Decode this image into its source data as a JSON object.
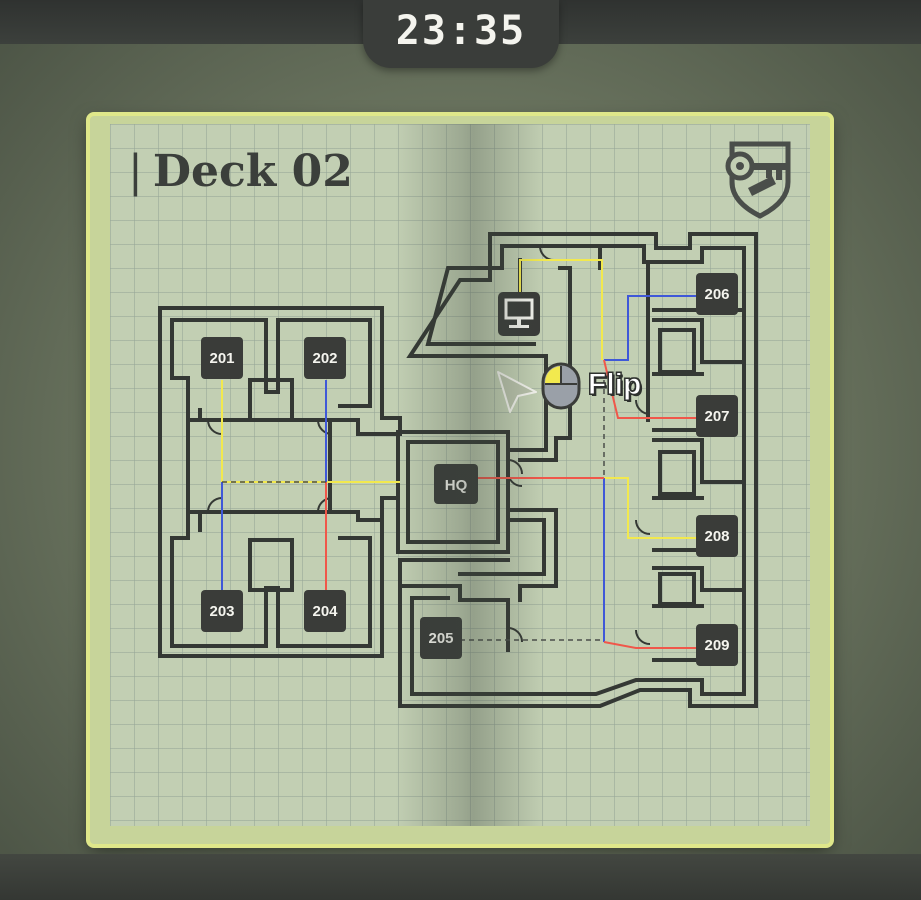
{
  "hud": {
    "timer": "23:35"
  },
  "page": {
    "title": "Deck 02"
  },
  "hint": {
    "action": "Flip"
  },
  "rooms": [
    {
      "id": "201",
      "label": "201"
    },
    {
      "id": "202",
      "label": "202"
    },
    {
      "id": "203",
      "label": "203"
    },
    {
      "id": "204",
      "label": "204"
    },
    {
      "id": "205",
      "label": "205"
    },
    {
      "id": "206",
      "label": "206"
    },
    {
      "id": "207",
      "label": "207"
    },
    {
      "id": "208",
      "label": "208"
    },
    {
      "id": "209",
      "label": "209"
    },
    {
      "id": "hq",
      "label": "HQ"
    }
  ],
  "icons": {
    "terminal": "computer-terminal-icon",
    "mouse": "mouse-icon",
    "cursor": "cursor-arrow-icon",
    "emblem": "key-shield-emblem-icon"
  },
  "colors": {
    "wire_yellow": "#f2e94e",
    "wire_blue": "#3f58d8",
    "wire_red": "#f0574a",
    "wall": "#343834",
    "label_bg": "#3a3c39"
  }
}
